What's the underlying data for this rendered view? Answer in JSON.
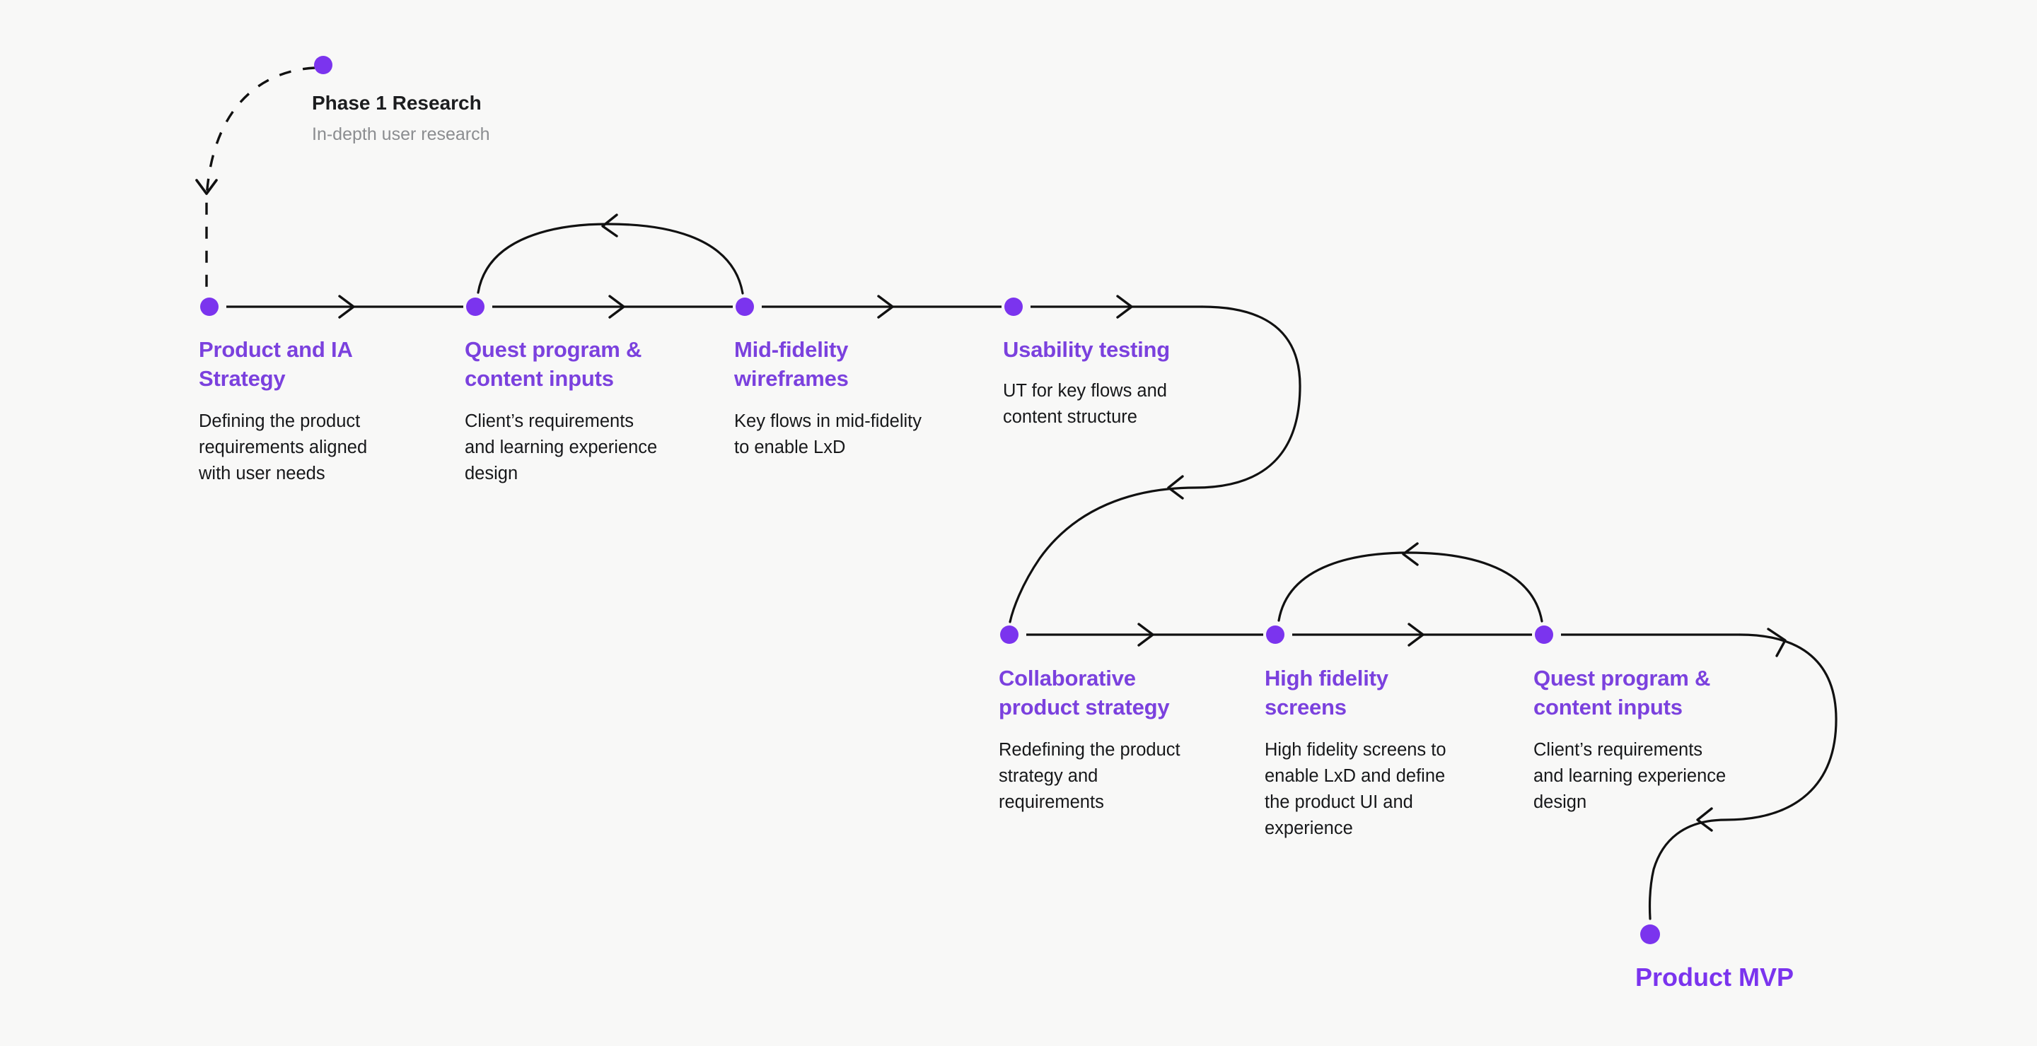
{
  "canvas": {
    "background_color": "#f8f8f7",
    "accent_color": "#7B34EE",
    "title_color": "#7B41DE",
    "body_text_color": "#17181a",
    "muted_text_color": "#8b8d90",
    "edge_color": "#111111"
  },
  "intro": {
    "title": "Phase 1 Research",
    "subtitle": "In-depth user research"
  },
  "row1": [
    {
      "title": "Product and IA\nStrategy",
      "desc": "Defining the product\nrequirements aligned\nwith user needs"
    },
    {
      "title": "Quest program &\ncontent inputs",
      "desc": "Client’s requirements\nand learning experience\ndesign"
    },
    {
      "title": "Mid-fidelity\nwireframes",
      "desc": "Key flows in mid-fidelity\nto enable LxD"
    },
    {
      "title": "Usability testing",
      "desc": "UT for key flows and\ncontent structure"
    }
  ],
  "row2": [
    {
      "title": "Collaborative\nproduct strategy",
      "desc": "Redefining the product\nstrategy and\nrequirements"
    },
    {
      "title": "High fidelity\nscreens",
      "desc": "High fidelity screens to\nenable LxD and define\nthe product UI and\nexperience"
    },
    {
      "title": "Quest program &\ncontent inputs",
      "desc": "Client’s requirements\nand learning experience\ndesign"
    }
  ],
  "final": {
    "title": "Product MVP"
  }
}
